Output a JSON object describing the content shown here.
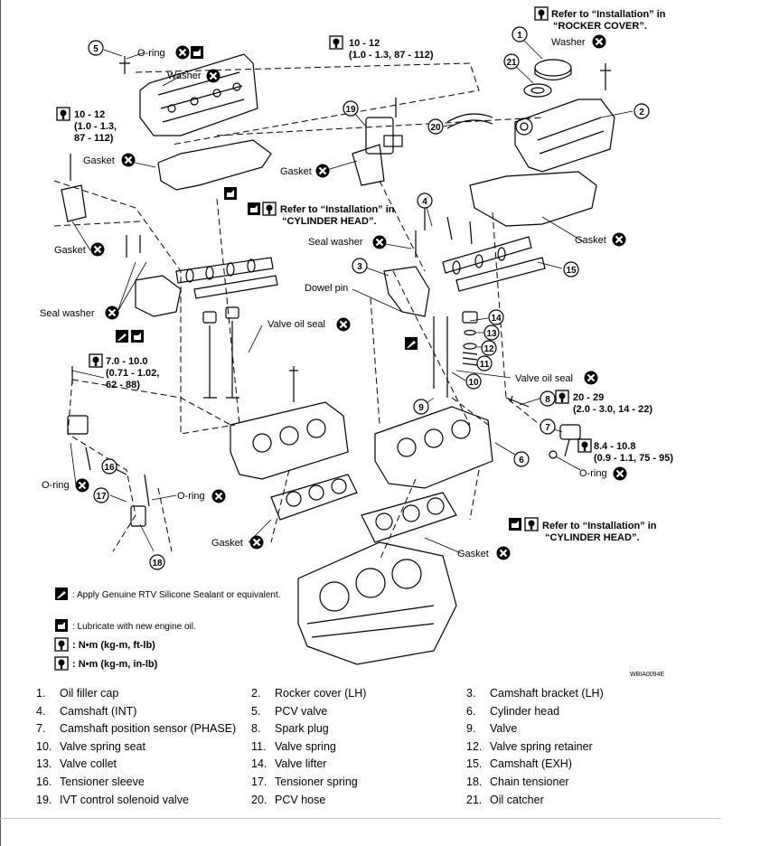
{
  "callouts": {
    "c1": "1",
    "c2": "2",
    "c3": "3",
    "c4": "4",
    "c5": "5",
    "c6": "6",
    "c7": "7",
    "c8": "8",
    "c9": "9",
    "c10": "10",
    "c11": "11",
    "c12": "12",
    "c13": "13",
    "c14": "14",
    "c15": "15",
    "c16": "16",
    "c17": "17",
    "c18": "18",
    "c19": "19",
    "c20": "20",
    "c21": "21"
  },
  "labels": {
    "refer_rocker_1": "Refer to “Installation” in",
    "refer_rocker_2": "“ROCKER COVER”.",
    "washer": "Washer",
    "oring": "O-ring",
    "gasket": "Gasket",
    "seal_washer": "Seal washer",
    "dowel_pin": "Dowel pin",
    "valve_oil_seal": "Valve oil seal",
    "refer_head_1": "Refer to “Installation” in",
    "refer_head_2": "“CYLINDER HEAD”.",
    "torque_a_1": "10 - 12",
    "torque_a_2": "(1.0 - 1.3, 87 - 112)",
    "torque_b_1": "10 - 12",
    "torque_b_2": "(1.0 - 1.3,",
    "torque_b_3": "87 - 112)",
    "torque_c_1": "7.0 - 10.0",
    "torque_c_2": "(0.71 - 1.02,",
    "torque_c_3": "62 - 88)",
    "torque_d_1": "20 - 29",
    "torque_d_2": "(2.0 - 3.0, 14 - 22)",
    "torque_e_1": "8.4 - 10.8",
    "torque_e_2": "(0.9 - 1.1, 75 - 95)",
    "key_sealant": ": Apply Genuine RTV Silicone Sealant or equivalent.",
    "key_lube": ": Lubricate with new engine oil.",
    "key_nm_ftlb": ": N•m (kg-m, ft-lb)",
    "key_nm_inlb": ": N•m (kg-m, in-lb)",
    "code": "WBIA0094E"
  },
  "legend": [
    {
      "num": "1.",
      "name": "Oil filler cap"
    },
    {
      "num": "2.",
      "name": "Rocker cover (LH)"
    },
    {
      "num": "3.",
      "name": "Camshaft bracket (LH)"
    },
    {
      "num": "4.",
      "name": "Camshaft (INT)"
    },
    {
      "num": "5.",
      "name": "PCV valve"
    },
    {
      "num": "6.",
      "name": "Cylinder head"
    },
    {
      "num": "7.",
      "name": "Camshaft position sensor (PHASE)"
    },
    {
      "num": "8.",
      "name": "Spark plug"
    },
    {
      "num": "9.",
      "name": "Valve"
    },
    {
      "num": "10.",
      "name": "Valve spring seat"
    },
    {
      "num": "11.",
      "name": "Valve spring"
    },
    {
      "num": "12.",
      "name": "Valve spring retainer"
    },
    {
      "num": "13.",
      "name": "Valve collet"
    },
    {
      "num": "14.",
      "name": "Valve lifter"
    },
    {
      "num": "15.",
      "name": "Camshaft (EXH)"
    },
    {
      "num": "16.",
      "name": "Tensioner sleeve"
    },
    {
      "num": "17.",
      "name": "Tensioner spring"
    },
    {
      "num": "18.",
      "name": "Chain tensioner"
    },
    {
      "num": "19.",
      "name": "IVT control solenoid valve"
    },
    {
      "num": "20.",
      "name": "PCV hose"
    },
    {
      "num": "21.",
      "name": "Oil catcher"
    }
  ]
}
